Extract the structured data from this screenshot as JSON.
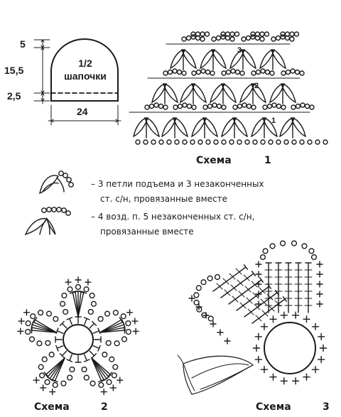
{
  "hat": {
    "label_line1": "1/2",
    "label_line2": "шапочки",
    "dim_top": "5",
    "dim_middle": "15,5",
    "dim_bottom": "2,5",
    "dim_width": "24"
  },
  "scheme1": {
    "caption": "Схема",
    "number": "1",
    "row_marks": [
      "3",
      "2",
      "1"
    ]
  },
  "legend": {
    "item1_line1": "– 3 петли подъема и 3 незаконченных",
    "item1_line2": "ст. с/н, провязанные вместе",
    "item2_line1": "– 4 возд. п. 5 незаконченных ст. с/н,",
    "item2_line2": "провязанные вместе"
  },
  "scheme2": {
    "caption": "Схема",
    "number": "2"
  },
  "scheme3": {
    "caption": "Схема",
    "number": "3"
  }
}
